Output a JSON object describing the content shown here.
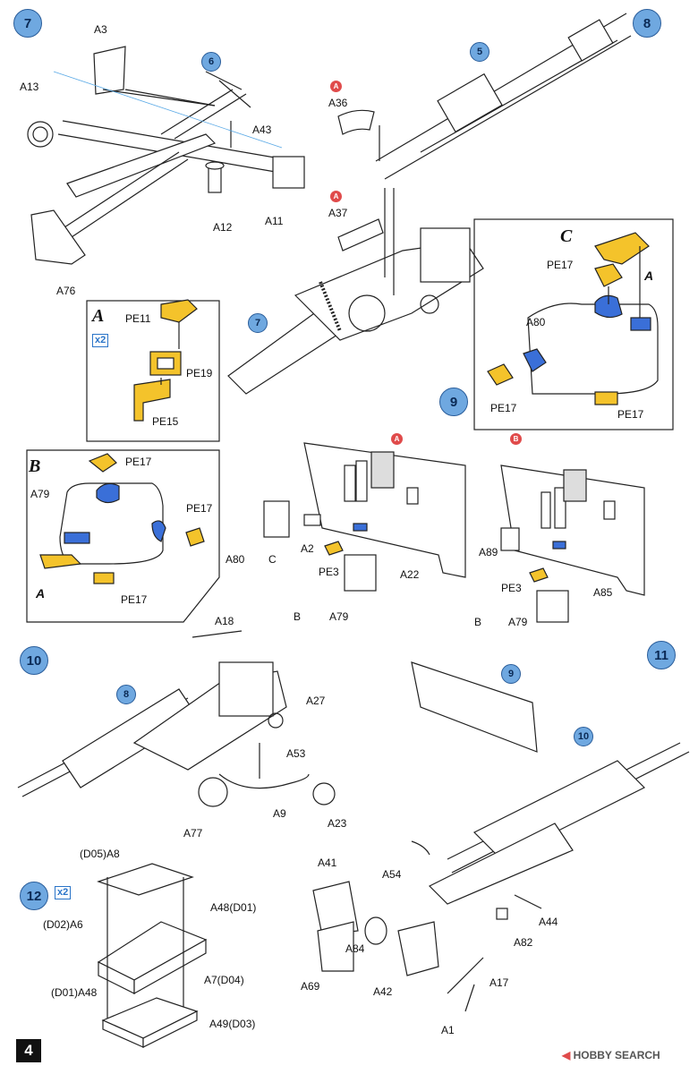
{
  "page_number": "4",
  "watermark": "HOBBY SEARCH",
  "steps": [
    "7",
    "8",
    "9",
    "10",
    "11",
    "12"
  ],
  "refs": {
    "r6": "6",
    "r5": "5",
    "r7": "7",
    "r8": "8",
    "r9": "9",
    "r10": "10"
  },
  "badges": {
    "a": "A",
    "b": "B"
  },
  "multipliers": {
    "subA": "x2",
    "step12": "x2"
  },
  "subassemblies": {
    "A": "A",
    "B": "B",
    "C": "C"
  },
  "labels": {
    "A3": "A3",
    "A13": "A13",
    "A43": "A43",
    "A12": "A12",
    "A11": "A11",
    "A76": "A76",
    "A36": "A36",
    "A37": "A37",
    "PE11": "PE11",
    "PE19": "PE19",
    "PE15": "PE15",
    "PE17_c1": "PE17",
    "A80": "A80",
    "PE17_c2": "PE17",
    "PE17_c3": "PE17",
    "A_c": "A",
    "PE17_b1": "PE17",
    "A79_b": "A79",
    "PE17_b2": "PE17",
    "PE17_b3": "PE17",
    "A_b": "A",
    "A80_9": "A80",
    "C_9": "C",
    "A2": "A2",
    "PE3": "PE3",
    "A22": "A22",
    "B_9": "B",
    "A79_9": "A79",
    "A89": "A89",
    "PE3_b": "PE3",
    "A85": "A85",
    "B_9b": "B",
    "A79_9b": "A79",
    "A18": "A18",
    "A27": "A27",
    "A53": "A53",
    "A9": "A9",
    "A23": "A23",
    "A77": "A77",
    "A54": "A54",
    "A44": "A44",
    "A82": "A82",
    "A41": "A41",
    "A84": "A84",
    "A69": "A69",
    "A42": "A42",
    "A17": "A17",
    "A1": "A1",
    "D05A8": "(D05)A8",
    "A48D01": "A48(D01)",
    "D02A6": "(D02)A6",
    "A7D04": "A7(D04)",
    "D01A48": "(D01)A48",
    "A49D03": "A49(D03)"
  }
}
